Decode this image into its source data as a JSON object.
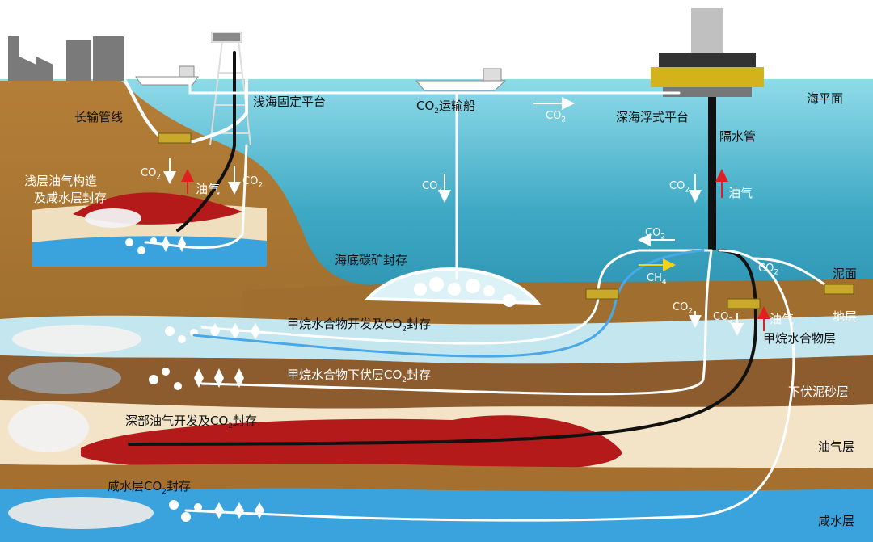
{
  "labels": {
    "long_pipeline": "长输管线",
    "shallow_fixed_platform": "浅海固定平台",
    "co2_ship_prefix": "CO",
    "co2_ship_sub": "2",
    "co2_ship_suffix": "运输船",
    "deep_floating_platform": "深海浮式平台",
    "sea_level": "海平面",
    "riser": "隔水管",
    "shallow_storage_line1": "浅层油气构造",
    "shallow_storage_line2": "及咸水层封存",
    "oil_gas_left": "油气",
    "oil_gas_right": "油气",
    "oil_gas_seafloor": "油气",
    "seabed_mineral_storage": "海底碳矿封存",
    "mud_surface": "泥面",
    "stratum": "地层",
    "hydrate_layer": "甲烷水合物层",
    "underlying_sand_layer": "下伏泥砂层",
    "oil_gas_layer": "油气层",
    "saline_layer": "咸水层",
    "hydrate_dev_prefix": "甲烷水合物开发及CO",
    "hydrate_dev_suffix": "封存",
    "hydrate_under_prefix": "甲烷水合物下伏层CO",
    "hydrate_under_suffix": "封存",
    "deep_oil_prefix": "深部油气开发及CO",
    "deep_oil_suffix": "封存",
    "saline_co2_prefix": "咸水层CO",
    "saline_co2_suffix": "封存",
    "co2": "CO",
    "sub2": "2",
    "ch4": "CH",
    "sub4": "4"
  },
  "colors": {
    "sky": "#ffffff",
    "sea_top": "#7fd3e3",
    "sea_deep": "#2f9bb7",
    "land_brown": "#a8742f",
    "hydrate_layer": "#bfe3ee",
    "sand_layer": "#8a5a2e",
    "cream_layer": "#f2e3c7",
    "oil_red": "#b51a1a",
    "saline_blue": "#3aa3de",
    "pipe_white": "#ffffff",
    "pipe_black": "#111111",
    "pipe_blue": "#4aa8e8",
    "arrow_red": "#e02020",
    "arrow_yellow": "#f2d21a"
  }
}
